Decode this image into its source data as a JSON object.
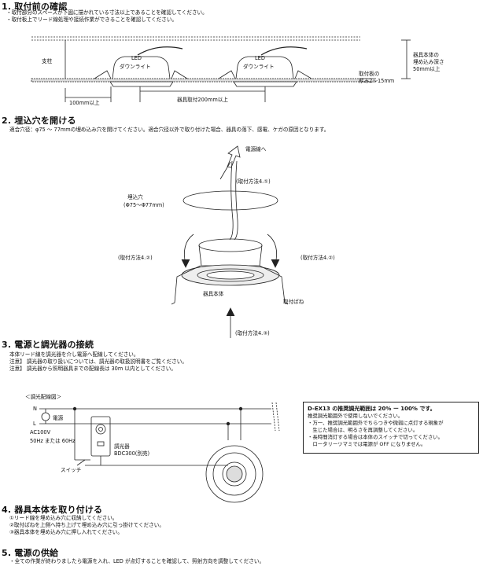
{
  "s1": {
    "title": "1. 取付前の確認",
    "lines": [
      "・取付部分のスペースが下図に描かれている寸法以上であることを確認してください。",
      "・取付板上でリード線処理や接続作業ができることを確認してください。"
    ],
    "labels": {
      "pillar": "支柱",
      "led1": "LED",
      "led1b": "ダウンライト",
      "led2": "LED",
      "led2b": "ダウンライト",
      "depth1": "器具本体の",
      "depth2": "埋め込み深さ",
      "depth3": "50mm以上",
      "board1": "取付板の",
      "board2": "厚み2～15mm",
      "dim100": "100mm以上",
      "dim200": "器具取付200mm以上"
    }
  },
  "s2": {
    "title": "2. 埋込穴を開ける",
    "line": "適合穴径：φ75 ～ 77mmの埋め込み穴を開けてください。適合穴径以外で取り付けた場合、器具の落下、感電、ケガの原因となります。",
    "labels": {
      "power": "電源線へ",
      "m1": "(取付方法4.①)",
      "hole1": "埋込穴",
      "hole2": "(Φ75～Φ77mm)",
      "m2a": "(取付方法4.②)",
      "m2b": "(取付方法4.②)",
      "body": "器具本体",
      "spring": "取付ばね",
      "m3": "(取付方法4.③)"
    }
  },
  "s3": {
    "title": "3. 電源と調光器の接続",
    "lines": [
      "本体リード線を調光器を介し電源へ配線してください。",
      "注意】 調光器の取り扱いについては、調光器の取扱説明書をご覧ください。",
      "注意】 調光器から照明器具までの配線長は 30m 以内としてください。"
    ],
    "diagram": {
      "title": "＜調光配線図＞",
      "n": "N",
      "l": "L",
      "source": "電源",
      "ac1": "AC100V",
      "ac2": "50Hz または 60Hz",
      "switch": "スイッチ",
      "dimmer1": "調光器",
      "dimmer2": "BDC300(別売)"
    },
    "box": {
      "title": "D-EX13 の推奨調光範囲は 20% ー 100% です。",
      "lines": [
        "推奨調光範囲外で使用しないでください。",
        "・万一、推奨調光範囲外でちらつきや微弱に点灯する現象が",
        "　生じた場合は、明るさを再調整してください。",
        "・長時間消灯する場合は本体のスイッチで切ってください。",
        "　ロータリーツマミでは電源が OFF になりません。"
      ]
    }
  },
  "s4": {
    "title": "4. 器具本体を取り付ける",
    "lines": [
      "①リード線を埋め込み穴に収納してください。",
      "②取付ばねを上側へ持ち上げて埋め込み穴に引っ掛けてください。",
      "③器具本体を埋め込み穴に押し入れてください。"
    ]
  },
  "s5": {
    "title": "5. 電源の供給",
    "line": "・全ての作業が終わりましたら電源を入れ、LED が点灯することを確認して、照射方向を調整してください。"
  }
}
